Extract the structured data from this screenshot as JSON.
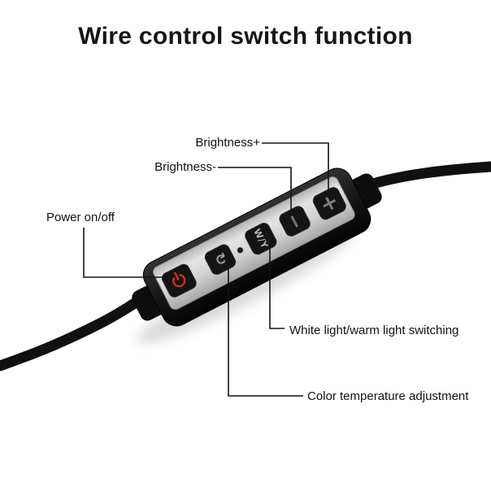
{
  "title": "Wire control switch function",
  "callouts": {
    "brightness_up": "Brightness+",
    "brightness_down": "Brightness-",
    "power": "Power on/off",
    "white_warm": "White light/warm light switching",
    "color_temp": "Color temperature adjustment"
  },
  "device": {
    "icons": {
      "power": "⏻",
      "cycle": "↻",
      "white_warm": "W/Y",
      "minus": "−",
      "plus": "+"
    },
    "colors": {
      "power_red": "#d42a1e",
      "body": "#141414",
      "panel_silver": "#d6d6d6",
      "cable": "#101010"
    }
  }
}
